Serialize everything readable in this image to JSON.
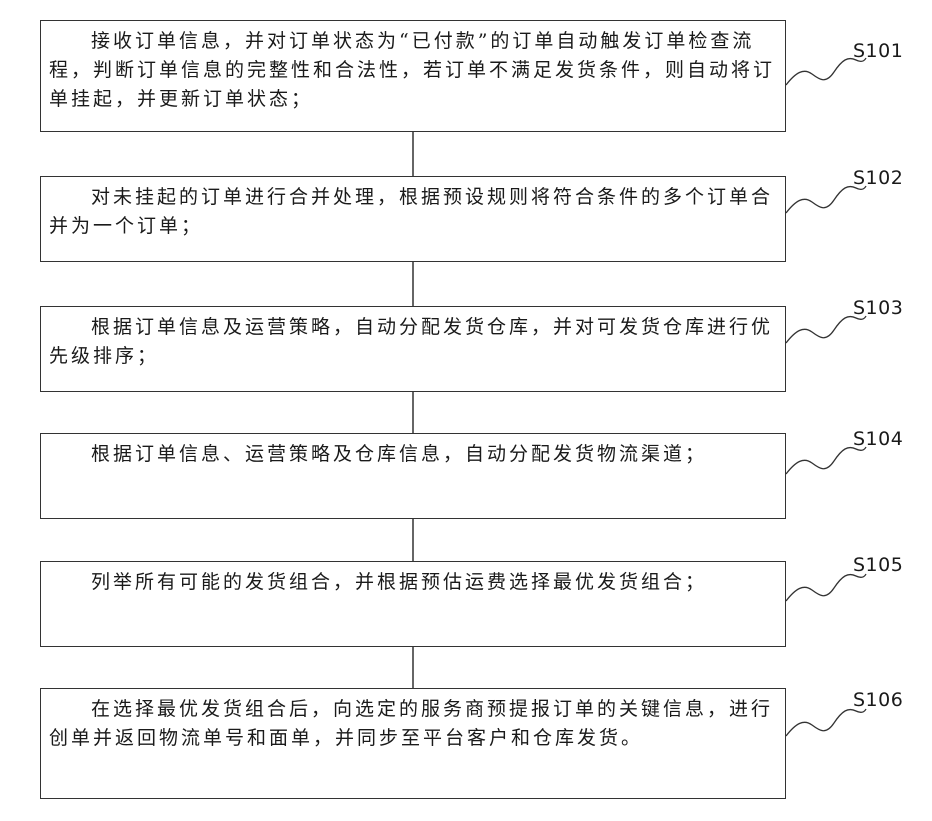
{
  "steps": [
    {
      "label": "S101",
      "text": "接收订单信息，并对订单状态为“已付款”的订单自动触发订单检查流程，判断订单信息的完整性和合法性，若订单不满足发货条件，则自动将订单挂起，并更新订单状态；"
    },
    {
      "label": "S102",
      "text": "对未挂起的订单进行合并处理，根据预设规则将符合条件的多个订单合并为一个订单；"
    },
    {
      "label": "S103",
      "text": "根据订单信息及运营策略，自动分配发货仓库，并对可发货仓库进行优先级排序；"
    },
    {
      "label": "S104",
      "text": "根据订单信息、运营策略及仓库信息，自动分配发货物流渠道；"
    },
    {
      "label": "S105",
      "text": "列举所有可能的发货组合，并根据预估运费选择最优发货组合；"
    },
    {
      "label": "S106",
      "text": "在选择最优发货组合后，向选定的服务商预提报订单的关键信息，进行创单并返回物流单号和面单，并同步至平台客户和仓库发货。"
    }
  ]
}
